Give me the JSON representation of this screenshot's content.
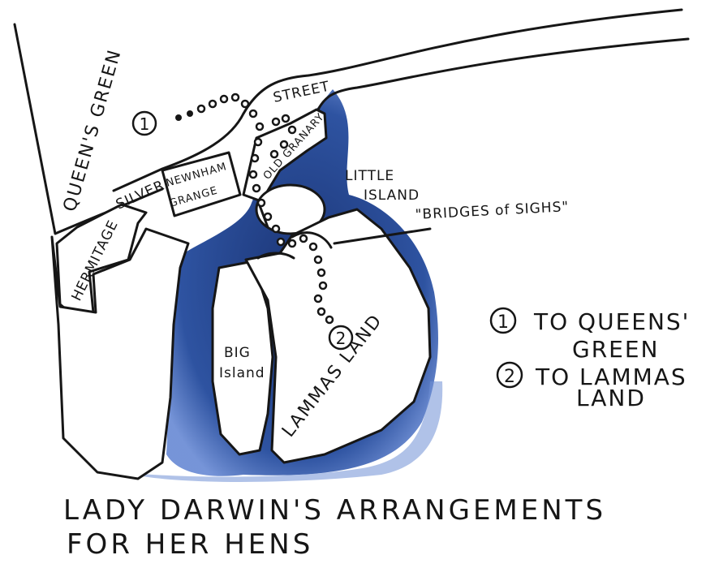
{
  "places": {
    "queens_green": "QUEEN'S GREEN",
    "silver": "SILVER",
    "street": "STREET",
    "newnham_grange": [
      "NEWNHAM",
      "GRANGE"
    ],
    "old_granary": "OLD GRANARY",
    "hermitage": "HERMITAGE",
    "little_island": [
      "LITTLE",
      "ISLAND"
    ],
    "bridges_of_sighs": "\"BRIDGES of SIGHS\"",
    "big_island": [
      "BIG",
      "Island"
    ],
    "lammas_land": "LAMMAS LAND"
  },
  "markers": {
    "route_1": "1",
    "route_2": "2"
  },
  "legend": {
    "items": [
      {
        "number": "1",
        "text_lines": [
          "TO QUEENS'",
          "GREEN"
        ]
      },
      {
        "number": "2",
        "text_lines": [
          "TO LAMMAS",
          "LAND"
        ]
      }
    ]
  },
  "caption": {
    "line1": "LADY DARWIN'S ARRANGEMENTS",
    "line2": "FOR HER HENS"
  },
  "colors": {
    "ink": "#161616",
    "water": "#0f2a6e",
    "water_light": "#6f8fd6",
    "paper": "#ffffff"
  }
}
